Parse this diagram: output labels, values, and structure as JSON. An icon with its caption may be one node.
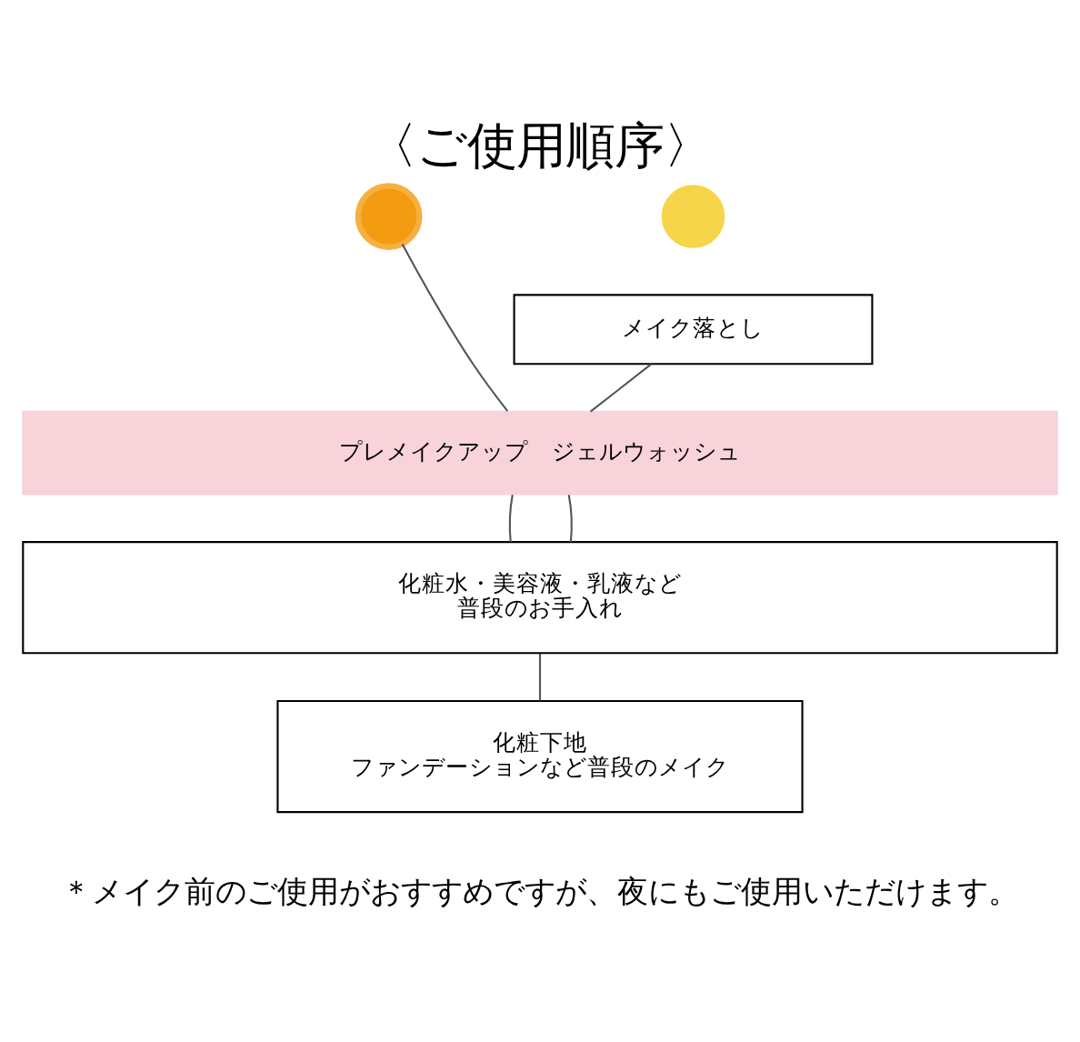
{
  "diagram": {
    "title": "〈ご使用順序〉",
    "caption": "＊メイク前のご使用がおすすめですが、夜にもご使用いただけます。",
    "nodes": [
      {
        "text": [],
        "shape": "sun"
      },
      {
        "text": [],
        "shape": "moon"
      },
      {
        "text": [
          "メイク落とし"
        ]
      },
      {
        "text": [
          "プレメイクアップ　ジェルウォッシュ"
        ]
      },
      {
        "text": [
          "化粧水・美容液・乳液など",
          "普段のお手入れ"
        ]
      },
      {
        "text": [
          "化粧下地",
          "ファンデーションなど普段のメイク"
        ]
      }
    ],
    "edges": [
      {
        "from": 0,
        "to": 3,
        "arrow": "none"
      },
      {
        "from": 2,
        "to": 3,
        "arrow": "none"
      },
      {
        "from": 3,
        "to": 4,
        "arrow": "none"
      },
      {
        "from": 3,
        "to": 4,
        "arrow": "none"
      },
      {
        "from": 4,
        "to": 5,
        "arrow": "none"
      }
    ]
  }
}
